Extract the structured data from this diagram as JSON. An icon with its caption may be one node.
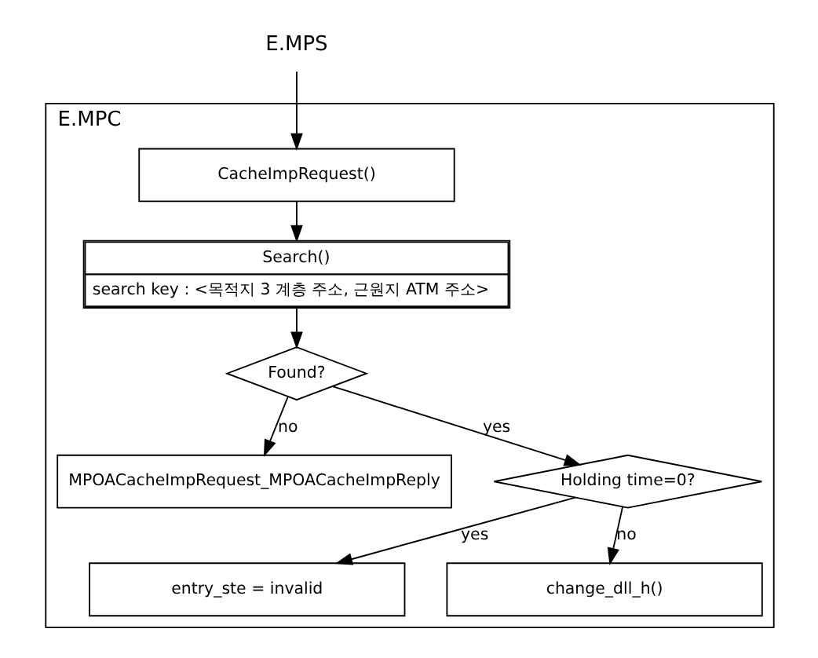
{
  "diagram": {
    "nodes": [
      {
        "text": [
          "E.MPS"
        ]
      },
      {
        "text": [
          "E.MPC"
        ]
      },
      {
        "text": [
          "CacheImpRequest()"
        ],
        "in": 1
      },
      {
        "text": [
          "Search()",
          "search key : <목적지 3 계층 주소, 근원지 ATM 주소>"
        ],
        "in": 1
      },
      {
        "text": [
          "Found?"
        ],
        "in": 1
      },
      {
        "text": [
          "MPOACacheImpRequest_MPOACacheImpReply"
        ],
        "in": 1
      },
      {
        "text": [
          "Holding time=0?"
        ],
        "in": 1
      },
      {
        "text": [
          "entry_ste = invalid"
        ],
        "in": 1
      },
      {
        "text": [
          "change_dll_h()"
        ],
        "in": 1
      }
    ],
    "edges": [
      {
        "from": 0,
        "to": 2,
        "arrow": "to"
      },
      {
        "from": 2,
        "to": 3,
        "arrow": "to"
      },
      {
        "from": 3,
        "to": 4,
        "arrow": "to"
      },
      {
        "from": 4,
        "to": 5,
        "arrow": "to",
        "label": "no"
      },
      {
        "from": 4,
        "to": 6,
        "arrow": "to",
        "label": "yes"
      },
      {
        "from": 6,
        "to": 7,
        "arrow": "to",
        "label": "yes"
      },
      {
        "from": 6,
        "to": 8,
        "arrow": "to",
        "label": "no"
      }
    ]
  }
}
